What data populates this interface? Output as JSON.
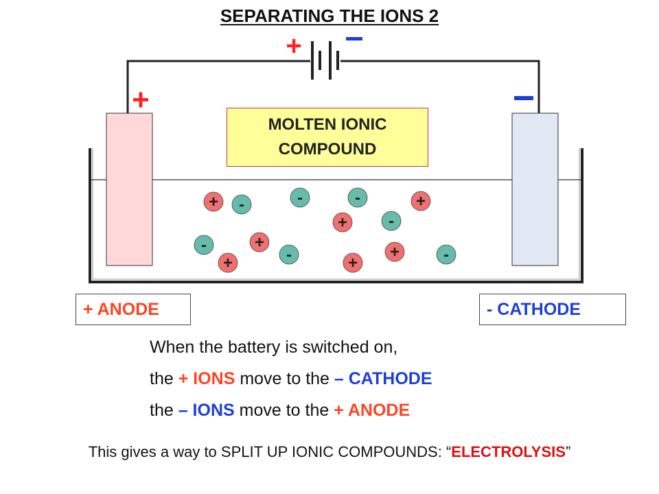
{
  "title": "SEPARATING THE IONS 2",
  "battery": {
    "plus_sign": "+",
    "minus_sign": "–"
  },
  "electrodes": {
    "left_sign": "+",
    "right_sign": "–"
  },
  "compound_box": {
    "line1": "MOLTEN IONIC",
    "line2": "COMPOUND"
  },
  "anode_label": "+ ANODE",
  "cathode_label": "- CATHODE",
  "ions": [
    {
      "sign": "+",
      "charge": "positive"
    },
    {
      "sign": "-",
      "charge": "negative"
    },
    {
      "sign": "-",
      "charge": "negative"
    },
    {
      "sign": "-",
      "charge": "negative"
    },
    {
      "sign": "+",
      "charge": "positive"
    },
    {
      "sign": "+",
      "charge": "positive"
    },
    {
      "sign": "-",
      "charge": "negative"
    },
    {
      "sign": "-",
      "charge": "negative"
    },
    {
      "sign": "+",
      "charge": "positive"
    },
    {
      "sign": "+",
      "charge": "positive"
    },
    {
      "sign": "-",
      "charge": "negative"
    },
    {
      "sign": "+",
      "charge": "positive"
    },
    {
      "sign": "+",
      "charge": "positive"
    },
    {
      "sign": "-",
      "charge": "negative"
    }
  ],
  "explanation": {
    "line1": "When the battery is switched on,",
    "line2": {
      "prefix": "the ",
      "ions": "+ IONS",
      "middle": " move to the ",
      "target": "– CATHODE"
    },
    "line3": {
      "prefix": "the ",
      "ions": "– IONS",
      "middle": " move to the ",
      "target": "+ ANODE"
    }
  },
  "footer": {
    "prefix": "This gives a way to SPLIT UP IONIC COMPOUNDS: “",
    "highlight": "ELECTROLYSIS",
    "suffix": "”"
  },
  "colors": {
    "positive_ion": "#f07070",
    "negative_ion": "#66bbaa",
    "anode_fill": "#ffd9d9",
    "cathode_fill": "#e2e8f4",
    "plus_red": "#ff2222",
    "minus_blue": "#1d3fd6",
    "compound_fill": "#ffff99"
  }
}
